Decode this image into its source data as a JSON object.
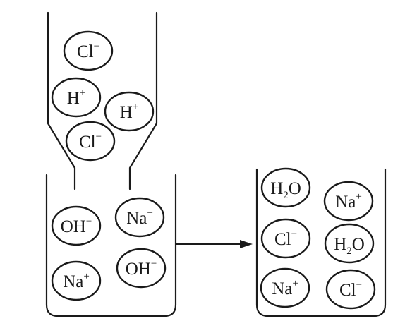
{
  "colors": {
    "ink": "#1a1a1a",
    "background": "#ffffff"
  },
  "dropper": {
    "ions": [
      {
        "id": "dropper-cl-1",
        "base": "Cl",
        "sup": "−",
        "sub": ""
      },
      {
        "id": "dropper-h-1",
        "base": "H",
        "sup": "+",
        "sub": ""
      },
      {
        "id": "dropper-h-2",
        "base": "H",
        "sup": "+",
        "sub": ""
      },
      {
        "id": "dropper-cl-2",
        "base": "Cl",
        "sup": "−",
        "sub": ""
      }
    ]
  },
  "left_beaker": {
    "ions": [
      {
        "id": "left-oh-1",
        "base": "OH",
        "sup": "−",
        "sub": ""
      },
      {
        "id": "left-na-1",
        "base": "Na",
        "sup": "+",
        "sub": ""
      },
      {
        "id": "left-na-2",
        "base": "Na",
        "sup": "+",
        "sub": ""
      },
      {
        "id": "left-oh-2",
        "base": "OH",
        "sup": "−",
        "sub": ""
      }
    ]
  },
  "right_beaker": {
    "ions": [
      {
        "id": "right-h2o-1",
        "base": "H",
        "sub": "2",
        "tail": "O",
        "sup": ""
      },
      {
        "id": "right-na-1",
        "base": "Na",
        "sup": "+",
        "sub": ""
      },
      {
        "id": "right-cl-1",
        "base": "Cl",
        "sup": "−",
        "sub": ""
      },
      {
        "id": "right-h2o-2",
        "base": "H",
        "sub": "2",
        "tail": "O",
        "sup": ""
      },
      {
        "id": "right-na-2",
        "base": "Na",
        "sup": "+",
        "sub": ""
      },
      {
        "id": "right-cl-2",
        "base": "Cl",
        "sup": "−",
        "sub": ""
      }
    ]
  }
}
